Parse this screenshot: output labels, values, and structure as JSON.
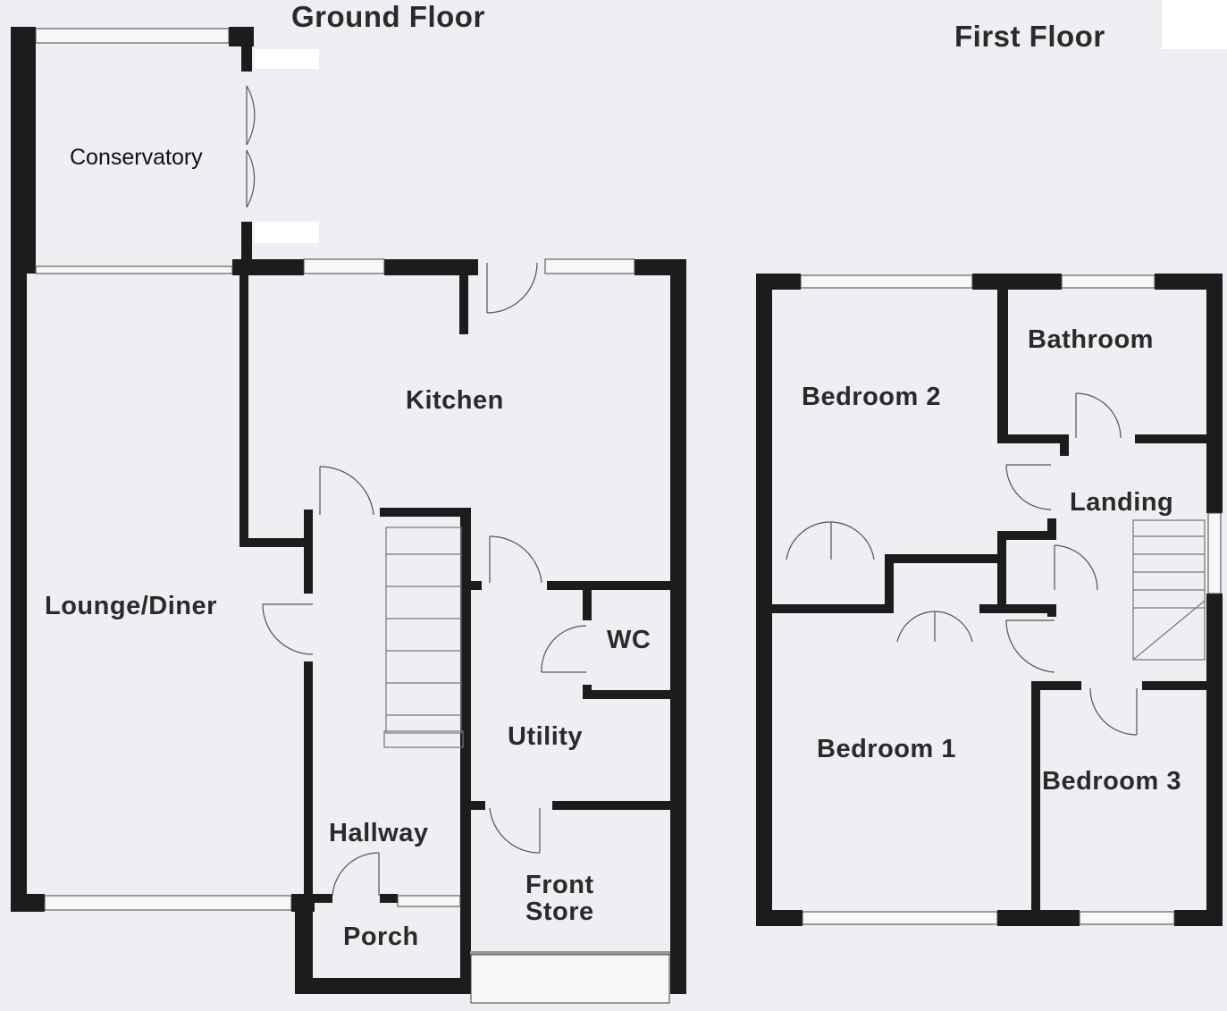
{
  "floors": {
    "ground": "Ground Floor",
    "first": "First Floor"
  },
  "rooms": {
    "conservatory": "Conservatory",
    "kitchen": "Kitchen",
    "lounge_diner": "Lounge/Diner",
    "wc": "WC",
    "utility": "Utility",
    "hallway": "Hallway",
    "front_store": "Front\nStore",
    "porch": "Porch",
    "bathroom": "Bathroom",
    "bedroom_2": "Bedroom 2",
    "landing": "Landing",
    "bedroom_1": "Bedroom 1",
    "bedroom_3": "Bedroom 3"
  },
  "colors": {
    "floor_fill": "#eeeef3",
    "wall": "#1c1c1c",
    "text": "#2a2a2a",
    "window": "#f7f7f7",
    "door_line": "#555555"
  }
}
